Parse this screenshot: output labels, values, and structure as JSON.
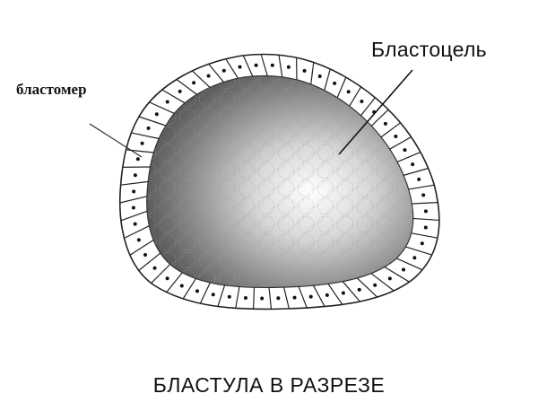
{
  "diagram": {
    "title": "БЛАСТУЛА В РАЗРЕЗЕ",
    "labels": {
      "blastomere": "бластомер",
      "blastocoel": "Бластоцель"
    },
    "colors": {
      "background": "#ffffff",
      "ink": "#111111",
      "cavity_dark": "#6a6a6a",
      "cavity_light": "#f2f2f2",
      "cell_fill": "#ffffff"
    }
  }
}
